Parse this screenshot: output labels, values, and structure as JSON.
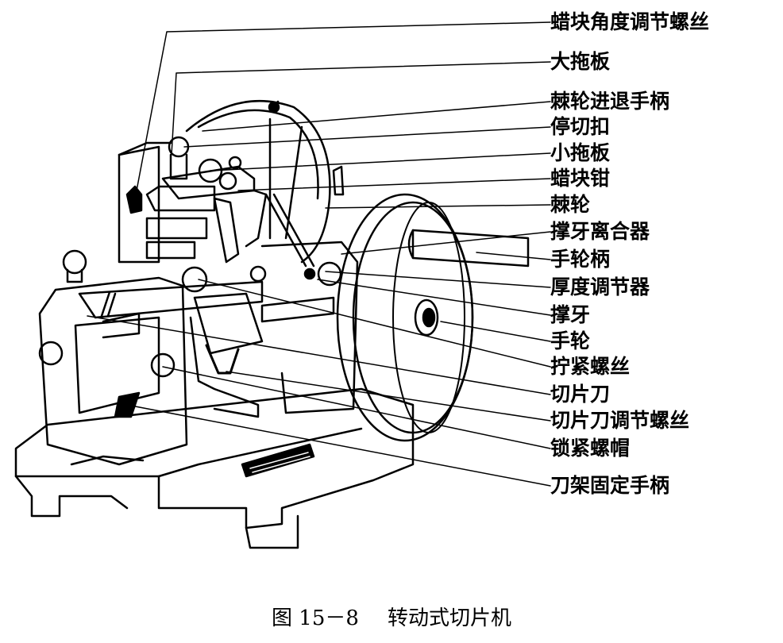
{
  "figure": {
    "labels": [
      "蜡块角度调节螺丝",
      "大拖板",
      "棘轮进退手柄",
      "停切扣",
      "小拖板",
      "蜡块钳",
      "棘轮",
      "撑牙离合器",
      "手轮柄",
      "厚度调节器",
      "撑牙",
      "手轮",
      "拧紧螺丝",
      "切片刀",
      "切片刀调节螺丝",
      "锁紧螺帽",
      "刀架固定手柄"
    ],
    "caption_number": "图 15－8",
    "caption_title": "转动式切片机"
  },
  "colors": {
    "ink": "#000000",
    "paper": "#ffffff"
  }
}
